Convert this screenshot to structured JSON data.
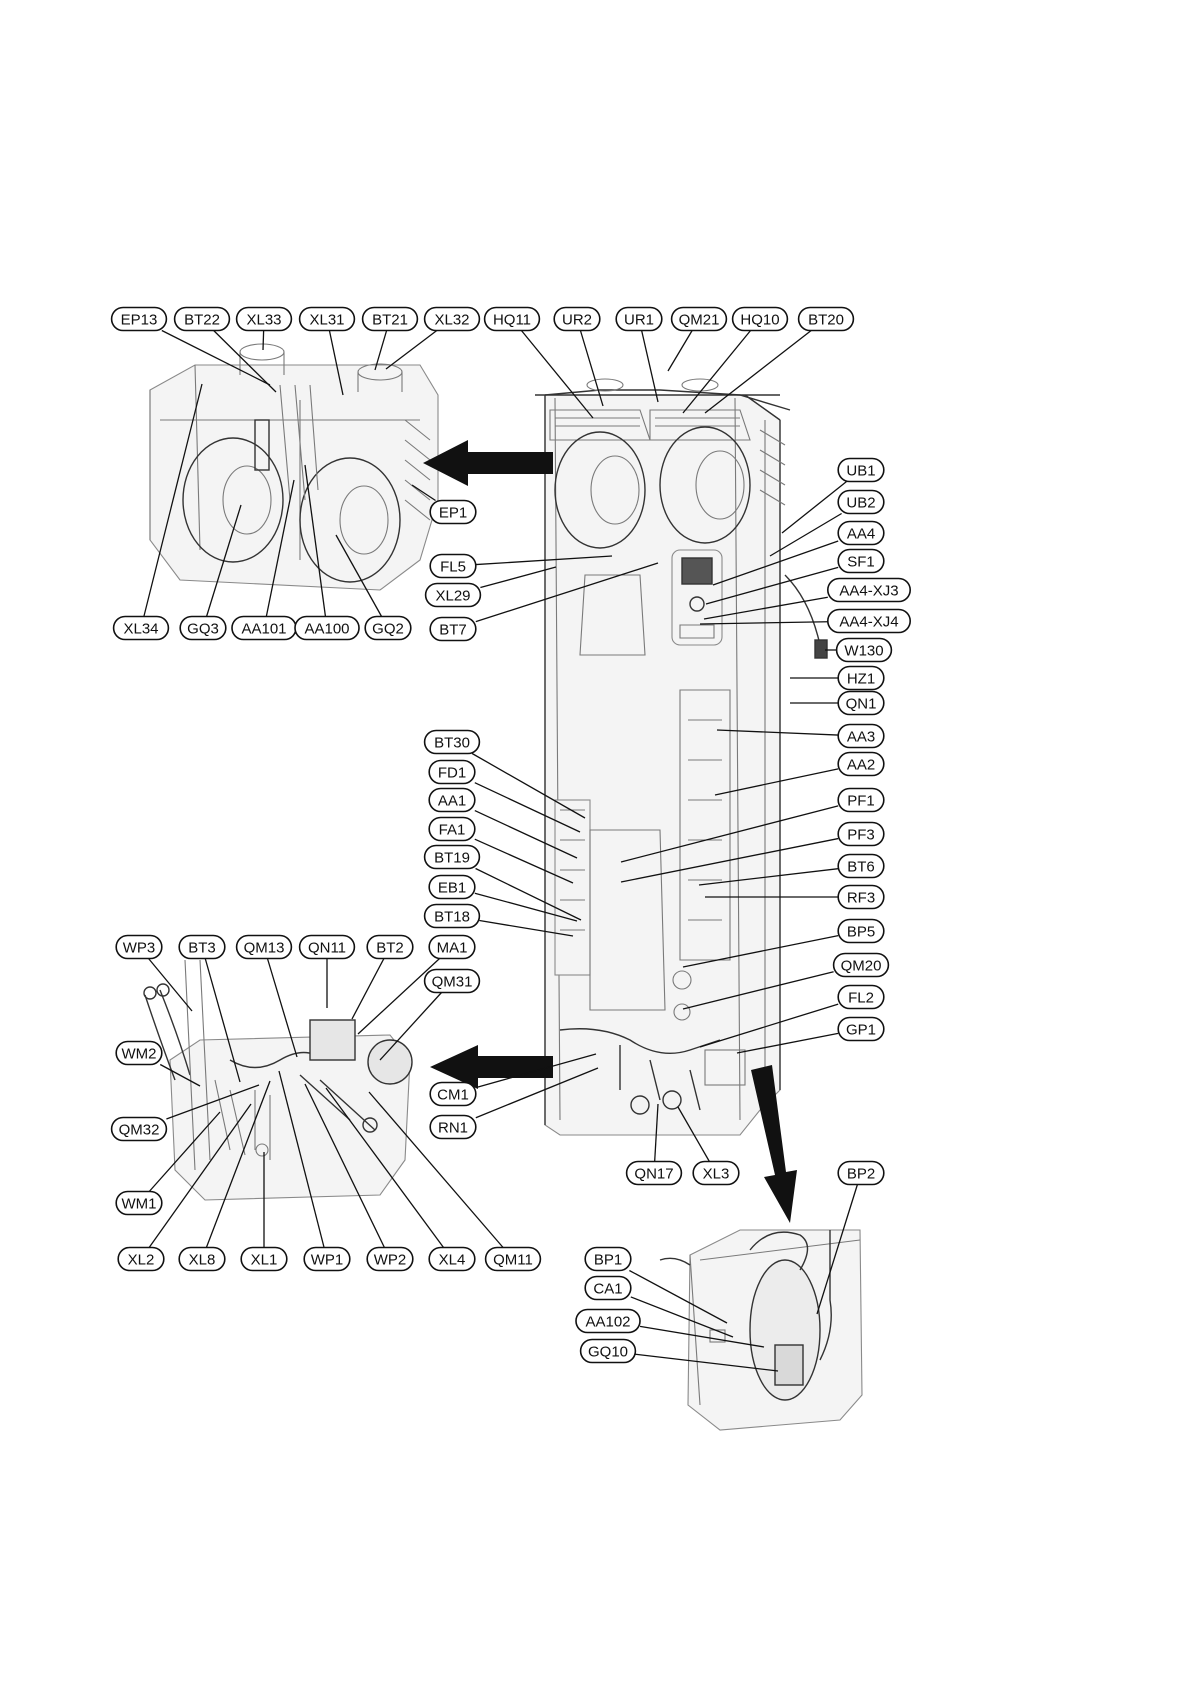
{
  "labels": [
    {
      "id": "EP13",
      "text": "EP13"
    },
    {
      "id": "BT22",
      "text": "BT22"
    },
    {
      "id": "XL33",
      "text": "XL33"
    },
    {
      "id": "XL31",
      "text": "XL31"
    },
    {
      "id": "BT21",
      "text": "BT21"
    },
    {
      "id": "XL32",
      "text": "XL32"
    },
    {
      "id": "HQ11",
      "text": "HQ11"
    },
    {
      "id": "UR2",
      "text": "UR2"
    },
    {
      "id": "UR1",
      "text": "UR1"
    },
    {
      "id": "QM21",
      "text": "QM21"
    },
    {
      "id": "HQ10",
      "text": "HQ10"
    },
    {
      "id": "BT20",
      "text": "BT20"
    },
    {
      "id": "UB1",
      "text": "UB1"
    },
    {
      "id": "UB2",
      "text": "UB2"
    },
    {
      "id": "AA4",
      "text": "AA4"
    },
    {
      "id": "SF1",
      "text": "SF1"
    },
    {
      "id": "AA4-XJ3",
      "text": "AA4-XJ3"
    },
    {
      "id": "AA4-XJ4",
      "text": "AA4-XJ4"
    },
    {
      "id": "W130",
      "text": "W130"
    },
    {
      "id": "HZ1",
      "text": "HZ1"
    },
    {
      "id": "QN1",
      "text": "QN1"
    },
    {
      "id": "AA3",
      "text": "AA3"
    },
    {
      "id": "AA2",
      "text": "AA2"
    },
    {
      "id": "PF1",
      "text": "PF1"
    },
    {
      "id": "PF3",
      "text": "PF3"
    },
    {
      "id": "BT6",
      "text": "BT6"
    },
    {
      "id": "RF3",
      "text": "RF3"
    },
    {
      "id": "BP5",
      "text": "BP5"
    },
    {
      "id": "QM20",
      "text": "QM20"
    },
    {
      "id": "FL2",
      "text": "FL2"
    },
    {
      "id": "GP1",
      "text": "GP1"
    },
    {
      "id": "EP1",
      "text": "EP1"
    },
    {
      "id": "FL5",
      "text": "FL5"
    },
    {
      "id": "XL29",
      "text": "XL29"
    },
    {
      "id": "BT7",
      "text": "BT7"
    },
    {
      "id": "XL34",
      "text": "XL34"
    },
    {
      "id": "GQ3",
      "text": "GQ3"
    },
    {
      "id": "AA101",
      "text": "AA101"
    },
    {
      "id": "AA100",
      "text": "AA100"
    },
    {
      "id": "GQ2",
      "text": "GQ2"
    },
    {
      "id": "BT30",
      "text": "BT30"
    },
    {
      "id": "FD1",
      "text": "FD1"
    },
    {
      "id": "AA1",
      "text": "AA1"
    },
    {
      "id": "FA1",
      "text": "FA1"
    },
    {
      "id": "BT19",
      "text": "BT19"
    },
    {
      "id": "EB1",
      "text": "EB1"
    },
    {
      "id": "BT18",
      "text": "BT18"
    },
    {
      "id": "WP3",
      "text": "WP3"
    },
    {
      "id": "BT3",
      "text": "BT3"
    },
    {
      "id": "QM13",
      "text": "QM13"
    },
    {
      "id": "QN11",
      "text": "QN11"
    },
    {
      "id": "BT2",
      "text": "BT2"
    },
    {
      "id": "MA1",
      "text": "MA1"
    },
    {
      "id": "QM31",
      "text": "QM31"
    },
    {
      "id": "WM2",
      "text": "WM2"
    },
    {
      "id": "QM32",
      "text": "QM32"
    },
    {
      "id": "WM1",
      "text": "WM1"
    },
    {
      "id": "CM1",
      "text": "CM1"
    },
    {
      "id": "RN1",
      "text": "RN1"
    },
    {
      "id": "QN17",
      "text": "QN17"
    },
    {
      "id": "XL3",
      "text": "XL3"
    },
    {
      "id": "BP2",
      "text": "BP2"
    },
    {
      "id": "XL2",
      "text": "XL2"
    },
    {
      "id": "XL8",
      "text": "XL8"
    },
    {
      "id": "XL1",
      "text": "XL1"
    },
    {
      "id": "WP1",
      "text": "WP1"
    },
    {
      "id": "WP2",
      "text": "WP2"
    },
    {
      "id": "XL4",
      "text": "XL4"
    },
    {
      "id": "QM11",
      "text": "QM11"
    },
    {
      "id": "BP1",
      "text": "BP1"
    },
    {
      "id": "CA1",
      "text": "CA1"
    },
    {
      "id": "AA102",
      "text": "AA102"
    },
    {
      "id": "GQ10",
      "text": "GQ10"
    }
  ]
}
